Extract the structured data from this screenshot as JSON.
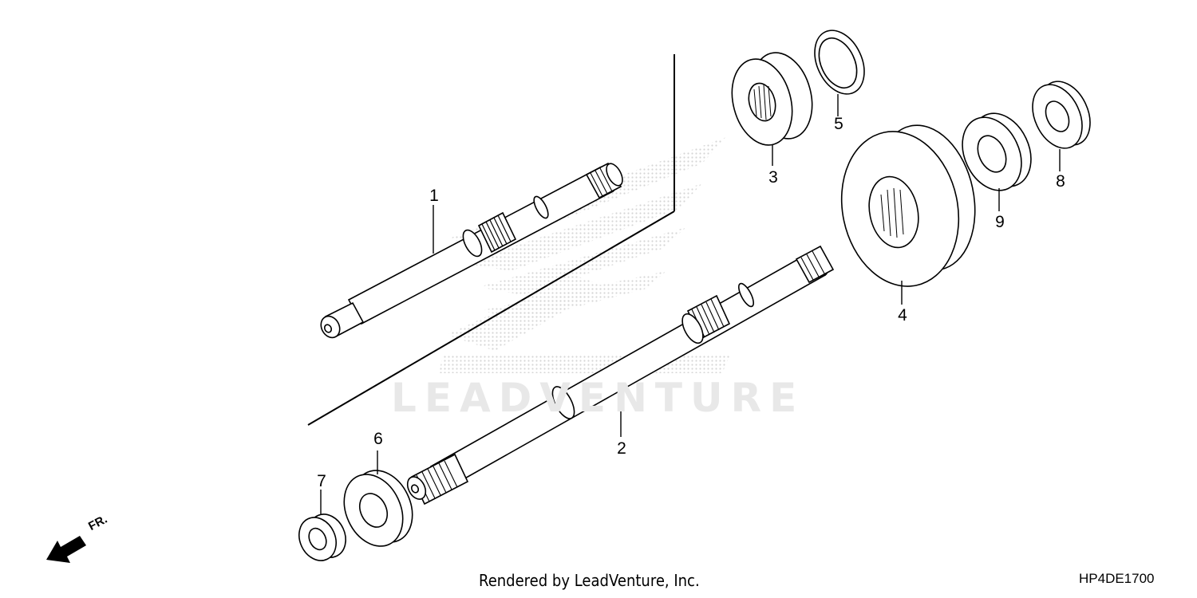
{
  "diagram": {
    "watermark": "LEADVENTURE",
    "credit": "Rendered by LeadVenture, Inc.",
    "diagram_code": "HP4DE1700",
    "direction_label": "FR.",
    "callouts": {
      "c1": "1",
      "c2": "2",
      "c3": "3",
      "c4": "4",
      "c5": "5",
      "c6": "6",
      "c7": "7",
      "c8": "8",
      "c9": "9"
    },
    "colors": {
      "line": "#000000",
      "watermark": "#d6d6d6",
      "background": "#ffffff"
    }
  }
}
